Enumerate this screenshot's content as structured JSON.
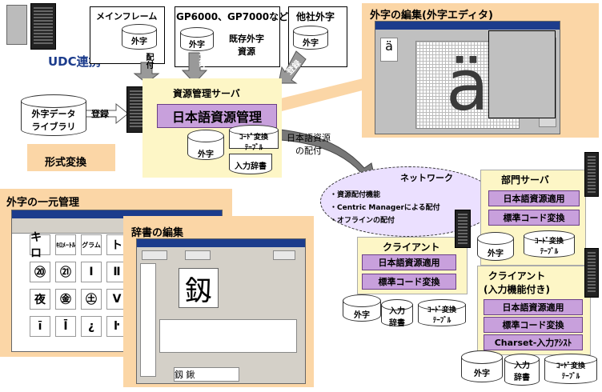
{
  "top": {
    "mainframe": "メインフレーム",
    "gp": "GP6000、GP7000など",
    "other": "他社外字",
    "existing": "既存外字\n資源",
    "gaiji": "外字",
    "udc": "UDC連携",
    "deliver_short": "配付",
    "register": "登録"
  },
  "editor": {
    "title": "外字の編集(外字エディタ)",
    "glyph": "ä"
  },
  "server": {
    "title": "資源管理サーバ",
    "jrm": "日本語資源管理",
    "gaiji": "外字",
    "code_table": "ｺｰﾄﾞ変換\nﾃｰﾌﾞﾙ",
    "dict": "入力辞書"
  },
  "library": {
    "name": "外字データ\nライブラリ",
    "register": "登録"
  },
  "conversion": "形式変換",
  "deliver": "日本語資源\nの配付",
  "network": {
    "title": "ネットワーク",
    "items": [
      "・資源配付機能",
      "・Centric Managerによる配付",
      "・オフラインの配付"
    ]
  },
  "unified": {
    "title": "外字の一元管理",
    "chars": [
      "キロ",
      "ｷﾛﾒｰﾄﾙ",
      "グラム",
      "ト",
      "⑳",
      "㉑",
      "Ⅰ",
      "Ⅱ",
      "夜",
      "㊎",
      "㊏",
      "Ⅴ",
      "ī",
      "Ī",
      "¿",
      "ŀ"
    ]
  },
  "dictionary": {
    "title": "辞書の編集",
    "glyph": "釼",
    "reading": "釼 鍬"
  },
  "dept": {
    "title": "部門サーバ",
    "apply": "日本語資源適用",
    "std": "標準コード変換",
    "gaiji": "外字",
    "code_table": "ｺｰﾄﾞ変換\nﾃｰﾌﾞﾙ"
  },
  "client1": {
    "title": "クライアント",
    "apply": "日本語資源適用",
    "std": "標準コード変換",
    "gaiji": "外字",
    "dict": "入力\n辞書",
    "code_table": "ｺｰﾄﾞ変換\nﾃｰﾌﾞﾙ"
  },
  "client2": {
    "title": "クライアント\n(入力機能付き)",
    "apply": "日本語資源適用",
    "std": "標準コード変換",
    "charset": "Charset-入力ｱｼｽﾄ",
    "gaiji": "外字",
    "dict": "入力\n辞書",
    "code_table": "ｺｰﾄﾞ変換\nﾃｰﾌﾞﾙ"
  },
  "colors": {
    "yellow": "#fdf6c6",
    "peach": "#fbd6a6",
    "purple": "#c8a0dc",
    "navy": "#1c3c8c"
  }
}
